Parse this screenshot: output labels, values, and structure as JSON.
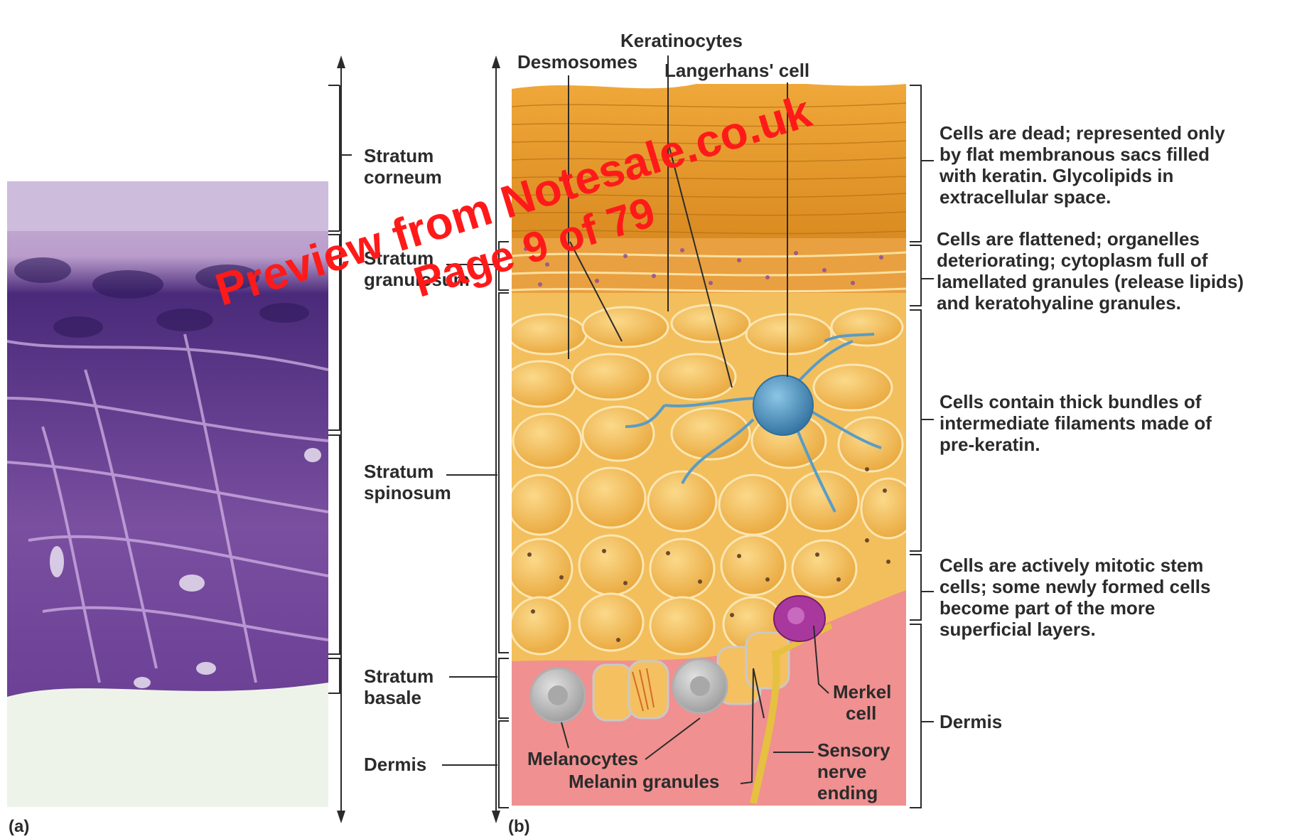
{
  "panels": {
    "a_label": "(a)",
    "b_label": "(b)"
  },
  "layers": {
    "corneum": [
      "Stratum",
      "corneum"
    ],
    "granulosum": [
      "Stratum",
      "granulosum"
    ],
    "spinosum": [
      "Stratum",
      "spinosum"
    ],
    "basale": [
      "Stratum",
      "basale"
    ],
    "dermis": "Dermis"
  },
  "callouts": {
    "keratinocytes": "Keratinocytes",
    "desmosomes": "Desmosomes",
    "langerhans": "Langerhans' cell",
    "merkel": [
      "Merkel",
      "cell"
    ],
    "sensory": [
      "Sensory",
      "nerve",
      "ending"
    ],
    "melanocytes": "Melanocytes",
    "melanin": "Melanin granules"
  },
  "descriptions": {
    "corneum": [
      "Cells are dead; represented only",
      "by flat membranous sacs filled",
      "with keratin. Glycolipids in",
      "extracellular space."
    ],
    "granulosum": [
      "Cells are flattened; organelles",
      "deteriorating; cytoplasm full of",
      "lamellated granules (release lipids)",
      "and keratohyaline granules."
    ],
    "spinosum": [
      "Cells contain thick bundles of",
      "intermediate filaments made of",
      "pre-keratin."
    ],
    "basale": [
      "Cells are actively mitotic stem",
      "cells; some newly formed cells",
      "become part of the more",
      "superficial layers."
    ],
    "dermis": "Dermis"
  },
  "watermark": {
    "line1": "Preview from Notesale.co.uk",
    "line2": "Page 9 of 79"
  },
  "colors": {
    "corneum": "#e8a030",
    "cell": "#f6c15e",
    "dermis": "#f08a8a",
    "langerhans": "#3f88b8",
    "merkel": "#a83aa0",
    "watermark": "#ff1a1a"
  }
}
